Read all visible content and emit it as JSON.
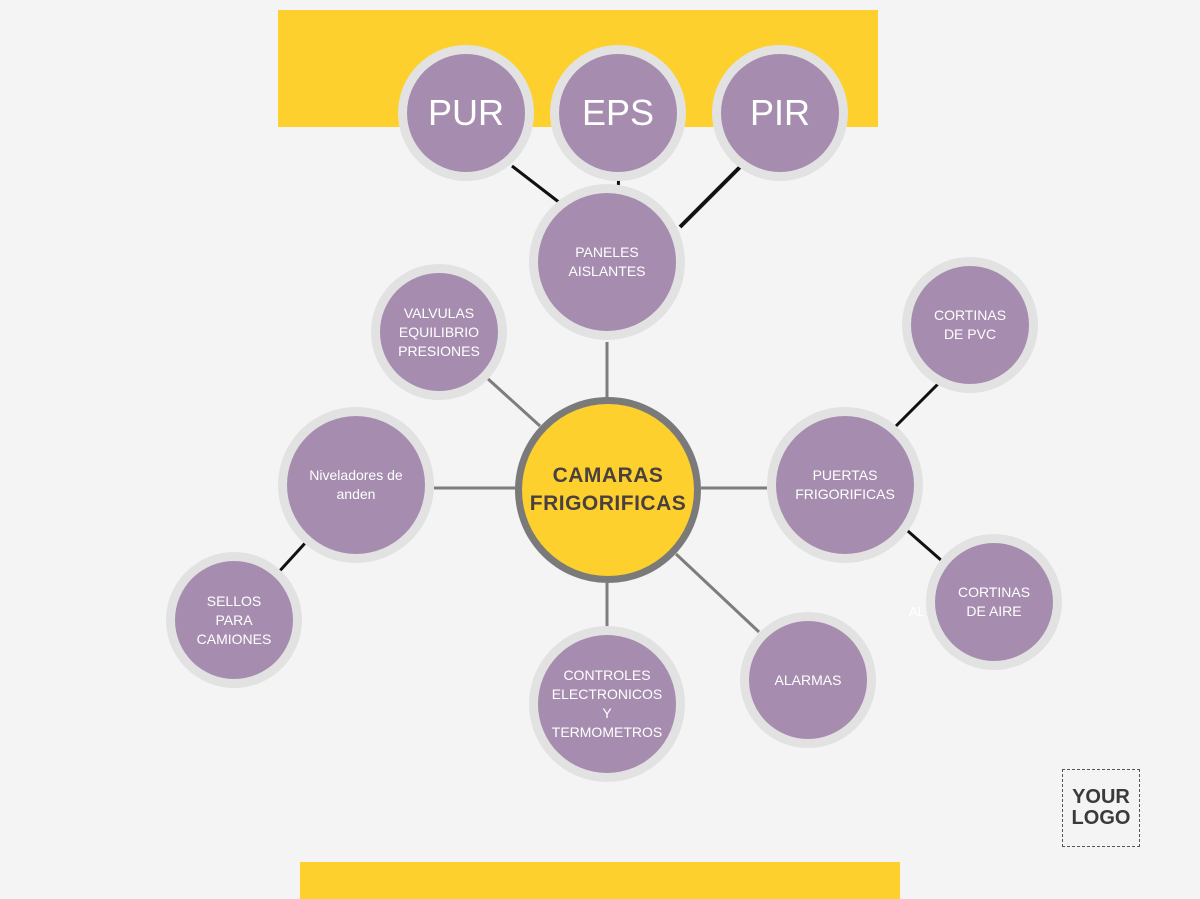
{
  "center": {
    "label": "CAMARAS\nFRIGORIFICAS"
  },
  "nodes": {
    "pur": "PUR",
    "eps": "EPS",
    "pir": "PIR",
    "paneles": "PANELES\nAISLANTES",
    "valvulas": "VALVULAS\nEQUILIBRIO\nPRESIONES",
    "niveladores": "Niveladores de\nanden",
    "sellos": "SELLOS\nPARA\nCAMIONES",
    "controles": "CONTROLES\nELECTRONICOS\nY\nTERMOMETROS",
    "alarmas": "ALARMAS",
    "puertas": "PUERTAS\nFRIGORIFICAS",
    "cortinas_pvc": "CORTINAS\nDE PVC",
    "cortinas_aire": "CORTINAS\nDE AIRE"
  },
  "stray_text": "AL",
  "logo": {
    "text": "YOUR\nLOGO"
  },
  "colors": {
    "yellow": "#fdd02d",
    "purple": "#a68daf",
    "ring": "#e2e2e2",
    "center_ring": "#7a7a7a"
  }
}
